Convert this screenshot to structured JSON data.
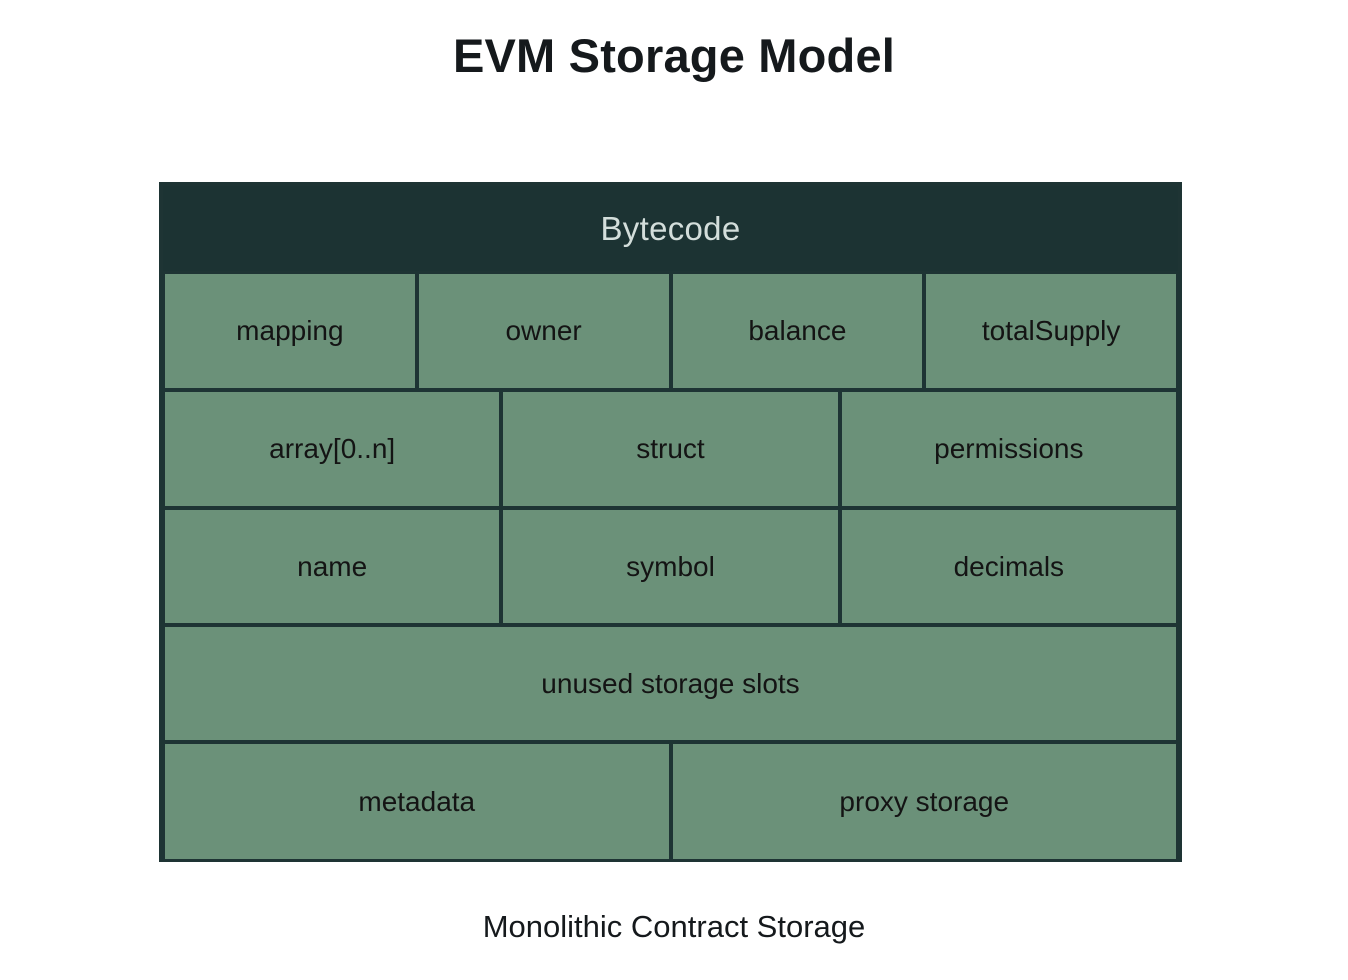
{
  "title": "EVM Storage Model",
  "caption": "Monolithic Contract Storage",
  "colors": {
    "background": "#ffffff",
    "container_border": "#1e3434",
    "header_band_bg": "#1c3333",
    "header_band_text": "#d3dedb",
    "cell_fill": "#6b9179",
    "cell_border": "#1e3434",
    "cell_text": "#141414",
    "title_text": "#15191c"
  },
  "diagram": {
    "header": {
      "label": "Bytecode"
    },
    "rows": [
      {
        "id": "row-1",
        "cells": [
          {
            "label": "mapping",
            "span": 1
          },
          {
            "label": "owner",
            "span": 1
          },
          {
            "label": "balance",
            "span": 1
          },
          {
            "label": "totalSupply",
            "span": 1
          }
        ]
      },
      {
        "id": "row-2",
        "cells": [
          {
            "label": "array[0..n]",
            "span": 1
          },
          {
            "label": "struct",
            "span": 1
          },
          {
            "label": "permissions",
            "span": 1
          }
        ]
      },
      {
        "id": "row-3",
        "cells": [
          {
            "label": "name",
            "span": 1
          },
          {
            "label": "symbol",
            "span": 1
          },
          {
            "label": "decimals",
            "span": 1
          }
        ]
      },
      {
        "id": "row-4",
        "cells": [
          {
            "label": "unused storage slots",
            "span": 3
          }
        ]
      },
      {
        "id": "row-5",
        "cells": [
          {
            "label": "metadata",
            "span": 1
          },
          {
            "label": "proxy storage",
            "span": 1
          }
        ]
      }
    ]
  }
}
